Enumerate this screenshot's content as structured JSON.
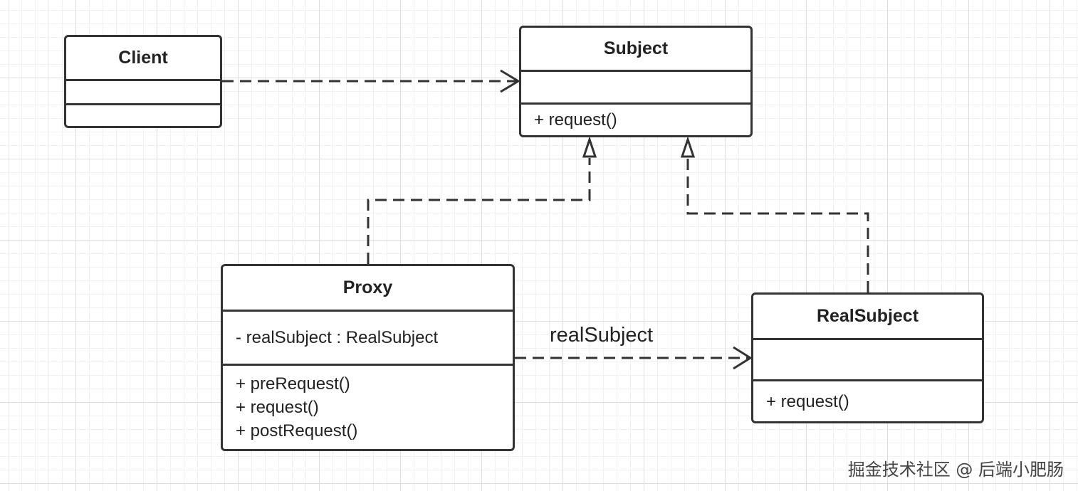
{
  "classes": {
    "client": {
      "name": "Client",
      "attributes": [],
      "operations": []
    },
    "subject": {
      "name": "Subject",
      "attributes": [],
      "operations": [
        "+ request()"
      ]
    },
    "proxy": {
      "name": "Proxy",
      "attributes": [
        "- realSubject : RealSubject"
      ],
      "operations": [
        "+ preRequest()",
        "+ request()",
        "+ postRequest()"
      ]
    },
    "realsubject": {
      "name": "RealSubject",
      "attributes": [],
      "operations": [
        "+ request()"
      ]
    }
  },
  "relations": [
    {
      "from": "Client",
      "to": "Subject",
      "type": "dependency"
    },
    {
      "from": "Proxy",
      "to": "Subject",
      "type": "realization"
    },
    {
      "from": "RealSubject",
      "to": "Subject",
      "type": "realization"
    },
    {
      "from": "Proxy",
      "to": "RealSubject",
      "type": "dependency",
      "label": "realSubject"
    }
  ],
  "watermark": "掘金技术社区 @ 后端小肥肠",
  "colors": {
    "stroke": "#333333",
    "text": "#222222"
  }
}
